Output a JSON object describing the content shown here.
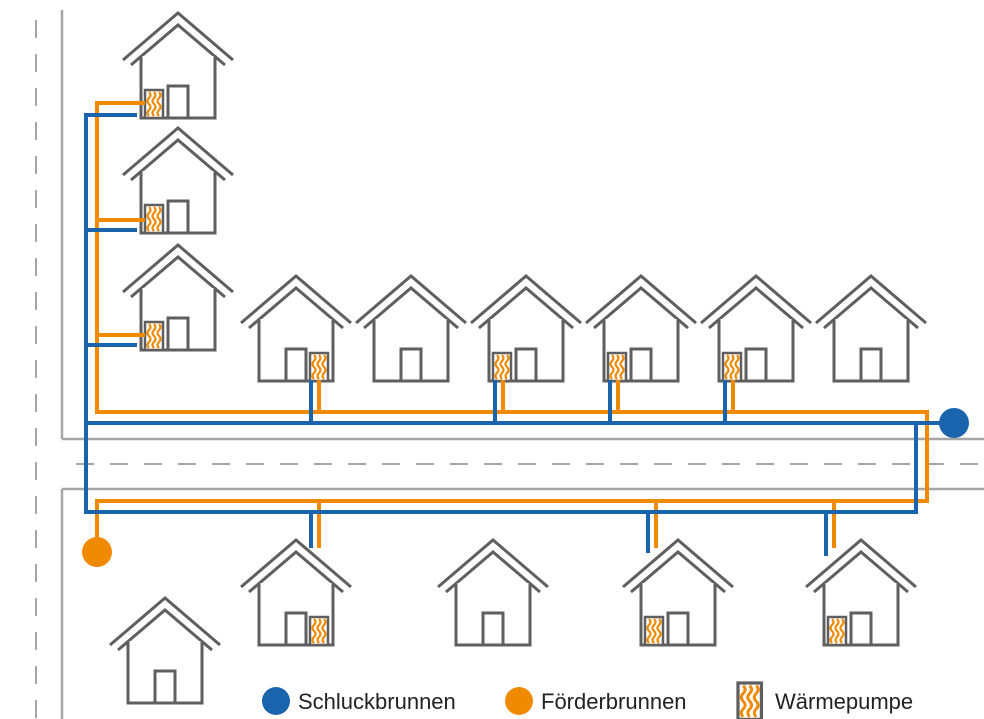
{
  "colors": {
    "schluck": "#1a64ad",
    "foerder": "#f08a00",
    "house": "#5f5f5f",
    "road": "#a6a6a6"
  },
  "legend": {
    "schluck_label": "Schluckbrunnen",
    "foerder_label": "Förderbrunnen",
    "pump_label": "Wärmepumpe"
  },
  "icons": {
    "house": "house-icon",
    "heat_pump": "heat-pump-icon",
    "schluck_well": "blue-circle",
    "foerder_well": "orange-circle"
  }
}
